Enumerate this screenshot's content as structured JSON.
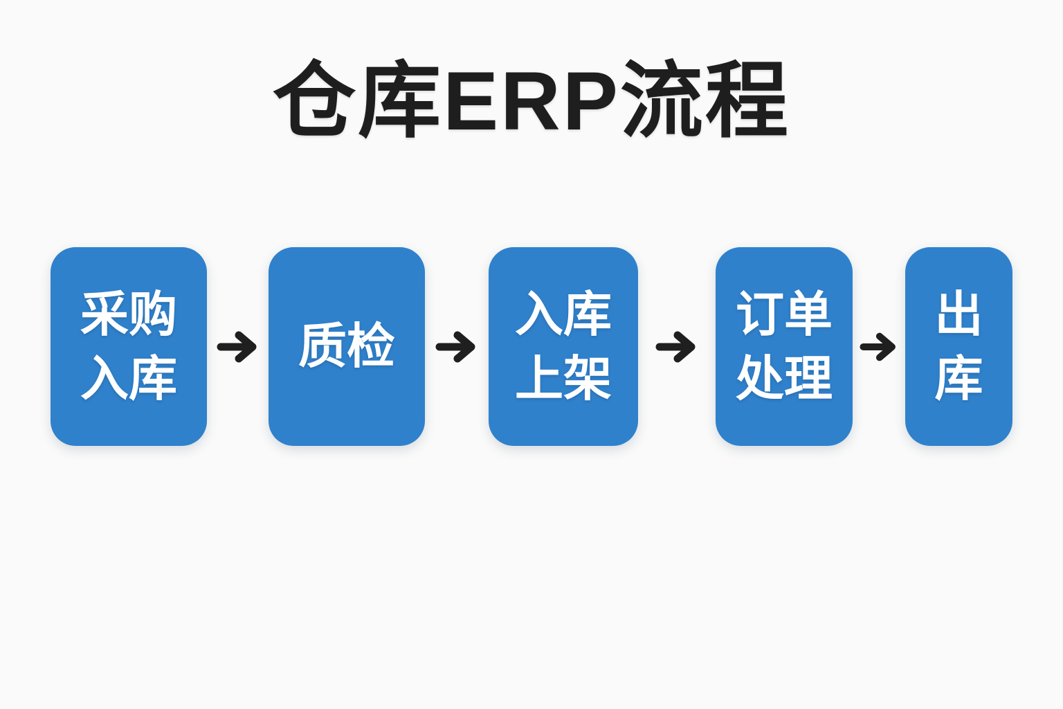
{
  "title": "仓库ERP流程",
  "flow": {
    "connector_icon": "arrow-right-icon",
    "steps": [
      {
        "lines": [
          "采购",
          "入库"
        ]
      },
      {
        "lines": [
          "质检"
        ]
      },
      {
        "lines": [
          "入库",
          "上架"
        ]
      },
      {
        "lines": [
          "订单",
          "处理"
        ]
      },
      {
        "lines": [
          "出",
          "库"
        ]
      }
    ]
  },
  "colors": {
    "background": "#FAFAFA",
    "box_fill": "#2F81CC",
    "box_text": "#FFFFFF",
    "title_text": "#1E1E1E",
    "arrow": "#1F1F1F"
  }
}
